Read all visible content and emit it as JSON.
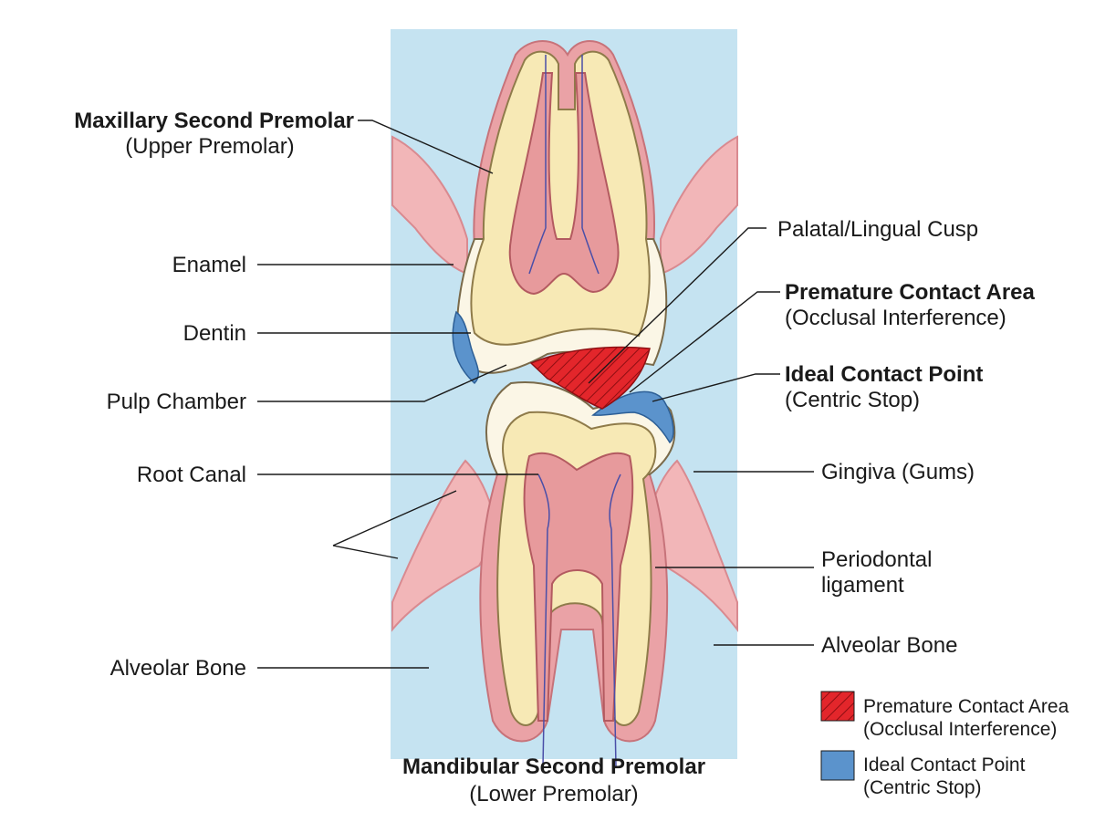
{
  "labels": {
    "upper_title": "Maxillary Second Premolar",
    "upper_sub": "(Upper Premolar)",
    "enamel": "Enamel",
    "dentin": "Dentin",
    "pulp_chamber": "Pulp Chamber",
    "root_canal": "Root Canal",
    "alveolar_bone_left": "Alveolar Bone",
    "palatal_cusp": "Palatal/Lingual Cusp",
    "premature_title": "Premature Contact Area",
    "premature_sub": "(Occlusal Interference)",
    "ideal_title": "Ideal Contact Point",
    "ideal_sub": "(Centric Stop)",
    "gingiva": "Gingiva (Gums)",
    "pdl_line1": "Periodontal",
    "pdl_line2": "ligament",
    "alveolar_bone_right": "Alveolar Bone",
    "lower_title": "Mandibular Second Premolar",
    "lower_sub": "(Lower Premolar)"
  },
  "legend": {
    "premature_line1": "Premature Contact Area",
    "premature_line2": "(Occlusal Interference)",
    "ideal_line1": "Ideal Contact Point",
    "ideal_line2": "(Centric Stop)"
  },
  "colors": {
    "bone": "#c5e3f1",
    "gum": "#f2b6b8",
    "gum_edge": "#d98a90",
    "enamel": "#fbf6e6",
    "dentin": "#f7e9b5",
    "pulp": "#e79a9c",
    "premature": "#e3262b",
    "ideal": "#5b93cc"
  }
}
